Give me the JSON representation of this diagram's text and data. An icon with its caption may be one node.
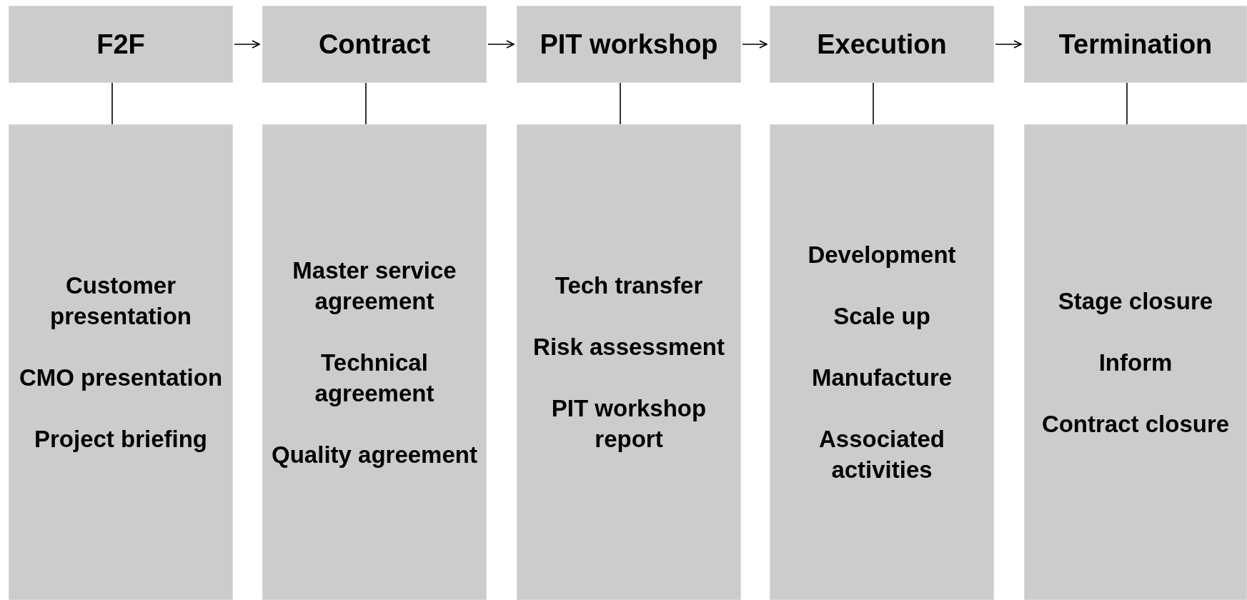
{
  "diagram": {
    "nodes": [
      {
        "text": [
          "F2F"
        ]
      },
      {
        "text": [
          "Contract"
        ]
      },
      {
        "text": [
          "PIT workshop"
        ]
      },
      {
        "text": [
          "Execution"
        ]
      },
      {
        "text": [
          "Termination"
        ]
      },
      {
        "text": [
          "Customer presentation",
          "CMO presentation",
          "Project briefing"
        ]
      },
      {
        "text": [
          "Master service agreement",
          "Technical agreement",
          "Quality agreement"
        ]
      },
      {
        "text": [
          "Tech transfer",
          "Risk assessment",
          "PIT workshop report"
        ]
      },
      {
        "text": [
          "Development",
          "Scale up",
          "Manufacture",
          "Associated activities"
        ]
      },
      {
        "text": [
          "Stage closure",
          "Inform",
          "Contract closure"
        ]
      }
    ],
    "edges": [
      {
        "from": 0,
        "to": 1,
        "arrow": "to"
      },
      {
        "from": 1,
        "to": 2,
        "arrow": "to"
      },
      {
        "from": 2,
        "to": 3,
        "arrow": "to"
      },
      {
        "from": 3,
        "to": 4,
        "arrow": "to"
      },
      {
        "from": 0,
        "to": 5,
        "arrow": "none"
      },
      {
        "from": 1,
        "to": 6,
        "arrow": "none"
      },
      {
        "from": 2,
        "to": 7,
        "arrow": "none"
      },
      {
        "from": 3,
        "to": 8,
        "arrow": "none"
      },
      {
        "from": 4,
        "to": 9,
        "arrow": "none"
      }
    ]
  }
}
